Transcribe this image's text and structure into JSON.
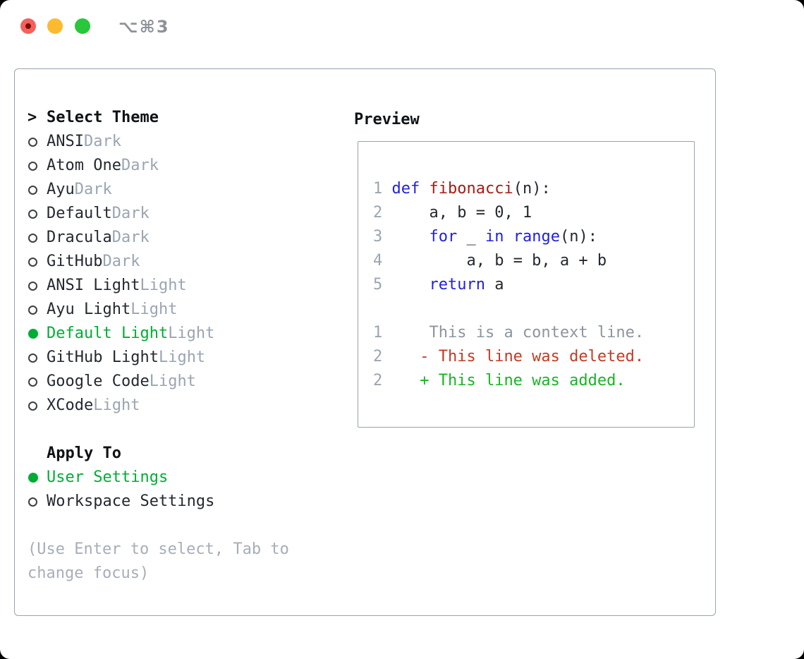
{
  "window": {
    "shortcut": "⌥⌘3",
    "traffic_lights": [
      {
        "name": "close",
        "icon": "red-circle-with-dot"
      },
      {
        "name": "minimize",
        "icon": "yellow-circle"
      },
      {
        "name": "zoom",
        "icon": "green-circle"
      }
    ]
  },
  "theme_picker": {
    "prompt": ">",
    "title": "Select Theme",
    "items": [
      {
        "name": "ANSI",
        "variant": "Dark",
        "selected": false
      },
      {
        "name": "Atom One",
        "variant": "Dark",
        "selected": false
      },
      {
        "name": "Ayu",
        "variant": "Dark",
        "selected": false
      },
      {
        "name": "Default",
        "variant": "Dark",
        "selected": false
      },
      {
        "name": "Dracula",
        "variant": "Dark",
        "selected": false
      },
      {
        "name": "GitHub",
        "variant": "Dark",
        "selected": false
      },
      {
        "name": "ANSI Light",
        "variant": "Light",
        "selected": false
      },
      {
        "name": "Ayu Light",
        "variant": "Light",
        "selected": false
      },
      {
        "name": "Default Light",
        "variant": "Light",
        "selected": true
      },
      {
        "name": "GitHub Light",
        "variant": "Light",
        "selected": false
      },
      {
        "name": "Google Code",
        "variant": "Light",
        "selected": false
      },
      {
        "name": "XCode",
        "variant": "Light",
        "selected": false
      }
    ],
    "apply_to": {
      "title": "Apply To",
      "options": [
        {
          "name": "User Settings",
          "selected": true
        },
        {
          "name": "Workspace Settings",
          "selected": false
        }
      ]
    },
    "hint_lines": [
      "(Use Enter to select, Tab to",
      "change focus)"
    ]
  },
  "preview": {
    "title": "Preview",
    "lines": [
      {
        "num": "1",
        "tokens": [
          {
            "t": "def",
            "c": "keyword"
          },
          {
            "t": " "
          },
          {
            "t": "fibonacci",
            "c": "function"
          },
          {
            "t": "(n):"
          }
        ]
      },
      {
        "num": "2",
        "tokens": [
          {
            "t": "    a, b = 0, 1"
          }
        ]
      },
      {
        "num": "3",
        "tokens": [
          {
            "t": "    "
          },
          {
            "t": "for",
            "c": "keyword"
          },
          {
            "t": " _ "
          },
          {
            "t": "in",
            "c": "keyword"
          },
          {
            "t": " "
          },
          {
            "t": "range",
            "c": "keyword"
          },
          {
            "t": "(n):"
          }
        ]
      },
      {
        "num": "4",
        "tokens": [
          {
            "t": "        a, b = b, a + b"
          }
        ]
      },
      {
        "num": "5",
        "tokens": [
          {
            "t": "    "
          },
          {
            "t": "return",
            "c": "keyword"
          },
          {
            "t": " a"
          }
        ]
      },
      {
        "num": "",
        "tokens": []
      },
      {
        "num": "1",
        "tokens": [
          {
            "t": "    This is a context line.",
            "c": "context"
          }
        ]
      },
      {
        "num": "2",
        "tokens": [
          {
            "t": "   - This line was deleted.",
            "c": "deleted"
          }
        ]
      },
      {
        "num": "2",
        "tokens": [
          {
            "t": "   + This line was added.",
            "c": "added"
          }
        ]
      }
    ]
  },
  "colors": {
    "text": "#24292f",
    "heading": "#101316",
    "muted": "#9aa5b2",
    "hint": "#a6aeb8",
    "context_gray": "#8d959e",
    "panel_border": "#9aa3ae",
    "selected_green": "#00ad33",
    "added_green": "#16b622",
    "deleted_red": "#c43a22",
    "keyword_blue": "#2121df",
    "function_red": "#a61b14",
    "traffic_red": "#f5605a",
    "traffic_yellow": "#fcbb2e",
    "traffic_green": "#28c73c"
  }
}
